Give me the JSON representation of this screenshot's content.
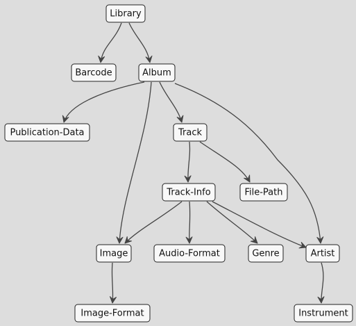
{
  "diagram": {
    "nodes": [
      {
        "id": "library",
        "label": "Library"
      },
      {
        "id": "barcode",
        "label": "Barcode"
      },
      {
        "id": "album",
        "label": "Album"
      },
      {
        "id": "publication_data",
        "label": "Publication-Data"
      },
      {
        "id": "track",
        "label": "Track"
      },
      {
        "id": "track_info",
        "label": "Track-Info"
      },
      {
        "id": "file_path",
        "label": "File-Path"
      },
      {
        "id": "image",
        "label": "Image"
      },
      {
        "id": "audio_format",
        "label": "Audio-Format"
      },
      {
        "id": "genre",
        "label": "Genre"
      },
      {
        "id": "artist",
        "label": "Artist"
      },
      {
        "id": "image_format",
        "label": "Image-Format"
      },
      {
        "id": "instrument",
        "label": "Instrument"
      }
    ],
    "edges": [
      {
        "from": "library",
        "to": "barcode"
      },
      {
        "from": "library",
        "to": "album"
      },
      {
        "from": "album",
        "to": "publication_data"
      },
      {
        "from": "album",
        "to": "track"
      },
      {
        "from": "album",
        "to": "image"
      },
      {
        "from": "album",
        "to": "artist"
      },
      {
        "from": "track",
        "to": "track_info"
      },
      {
        "from": "track",
        "to": "file_path"
      },
      {
        "from": "track_info",
        "to": "image"
      },
      {
        "from": "track_info",
        "to": "audio_format"
      },
      {
        "from": "track_info",
        "to": "genre"
      },
      {
        "from": "track_info",
        "to": "artist"
      },
      {
        "from": "image",
        "to": "image_format"
      },
      {
        "from": "artist",
        "to": "instrument"
      }
    ],
    "colors": {
      "background": "#dddddd",
      "node_fill": "#f8f8f8",
      "node_border": "#222222",
      "edge": "#444444"
    }
  }
}
